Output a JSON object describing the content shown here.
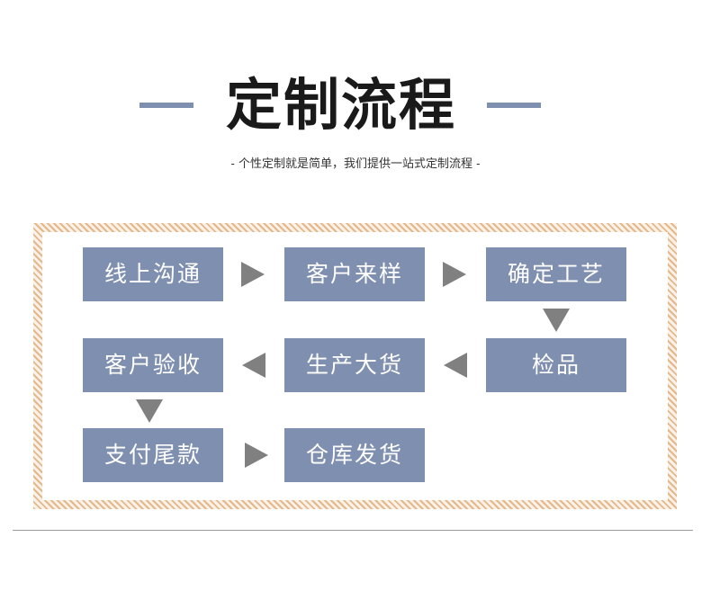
{
  "header": {
    "title": "定制流程",
    "subtitle": "- 个性定制就是简单，我们提供一站式定制流程 -"
  },
  "steps": [
    "线上沟通",
    "客户来样",
    "确定工艺",
    "检品",
    "生产大货",
    "客户验收",
    "支付尾款",
    "仓库发货"
  ],
  "colors": {
    "step_fill": "#7f8fb0",
    "arrow": "#808080",
    "frame_stripe": "#e3b88d",
    "divider": "#9a9a9a"
  },
  "icons": [
    "arrow-right-icon",
    "arrow-left-icon",
    "arrow-down-icon"
  ]
}
